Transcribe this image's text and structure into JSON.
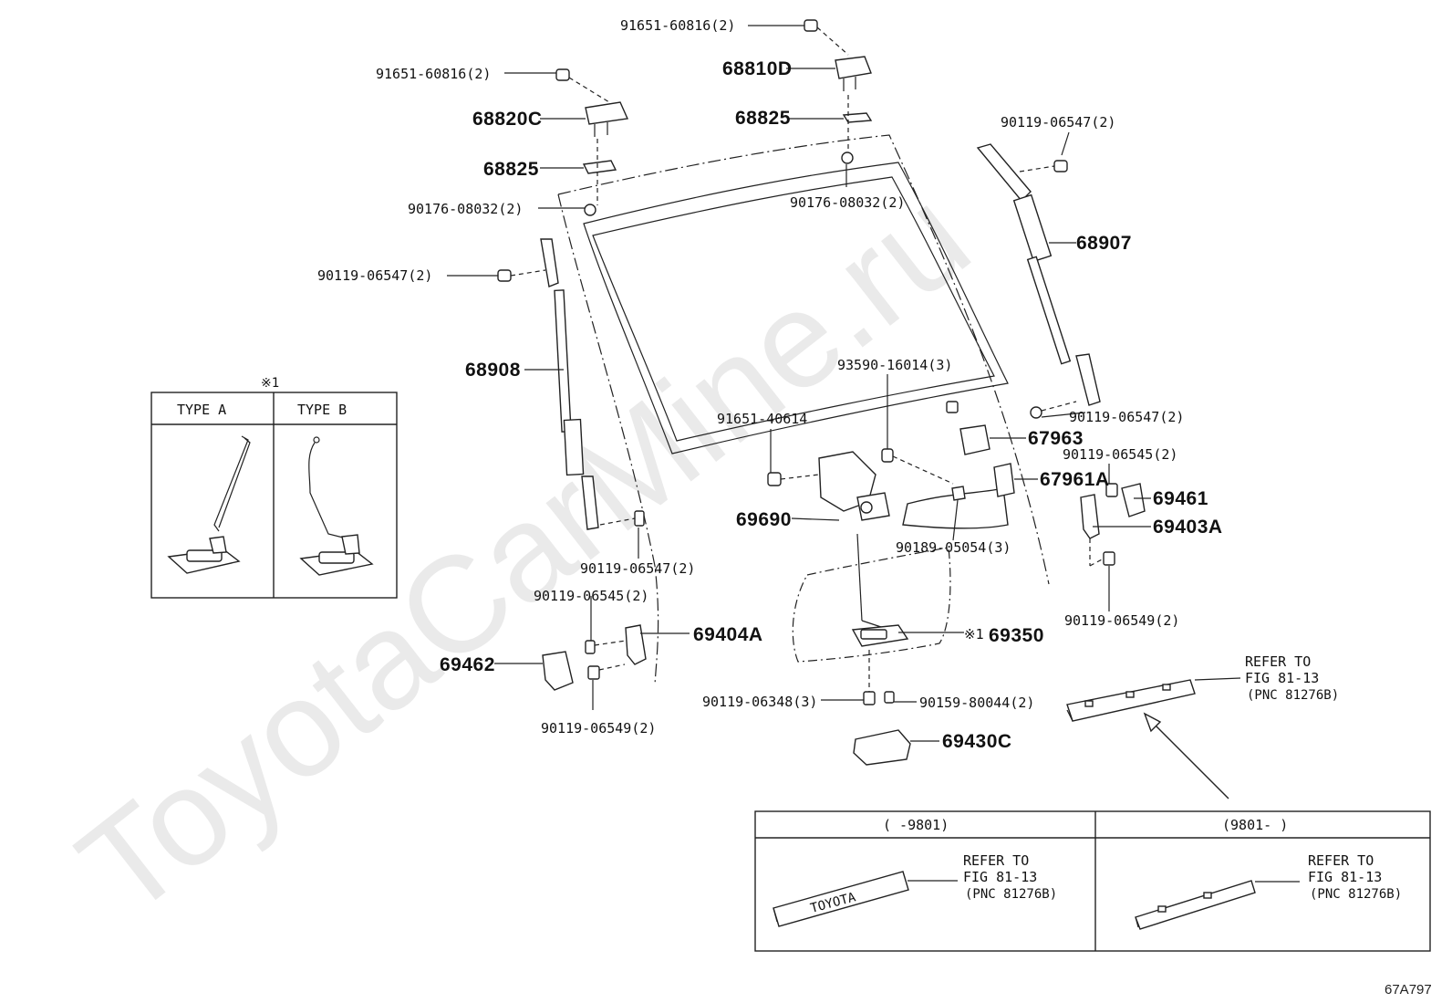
{
  "watermark": "ToyotaCarMine.ru",
  "diagram_code": "67A797",
  "part_numbers": {
    "bolt_91651_60816_right": "91651-60816(2)",
    "bolt_91651_60816_left": "91651-60816(2)",
    "hinge_68810D": "68810D",
    "hinge_68820C": "68820C",
    "gasket_68825_right": "68825",
    "gasket_68825_left": "68825",
    "nut_90176_left": "90176-08032(2)",
    "nut_90176_right": "90176-08032(2)",
    "bolt_90119_06547_upper_right": "90119-06547(2)",
    "bolt_90119_06547_upper_left": "90119-06547(2)",
    "damper_68907": "68907",
    "damper_68908": "68908",
    "screw_93590": "93590-16014(3)",
    "bolt_90119_06547_lower_right": "90119-06547(2)",
    "bolt_91651_40614": "91651-40614",
    "part_67963": "67963",
    "bolt_90119_06545_right": "90119-06545(2)",
    "part_67961A": "67961A",
    "part_69461": "69461",
    "lock_69690": "69690",
    "part_69403A": "69403A",
    "bolt_90119_06547_lower_left": "90119-06547(2)",
    "nut_90189": "90189-05054(3)",
    "bolt_90119_06545_left": "90119-06545(2)",
    "bolt_90119_06549_right": "90119-06549(2)",
    "part_69404A": "69404A",
    "handle_69350": "69350",
    "handle_69350_note": "※1",
    "part_69462": "69462",
    "screw_90119_06348": "90119-06348(3)",
    "screw_90159": "90159-80044(2)",
    "bolt_90119_06549_left": "90119-06549(2)",
    "cover_69430C": "69430C"
  },
  "type_box": {
    "note": "※1",
    "type_a": "TYPE  A",
    "type_b": "TYPE  B"
  },
  "refer_main": {
    "line1": "REFER TO",
    "line2": "FIG 81-13",
    "line3": "(PNC 81276B)"
  },
  "variant_table": {
    "col1_header": "(    -9801)",
    "col2_header": "(9801-    )",
    "emblem_text": "TOYOTA",
    "col1_refer": [
      "REFER TO",
      "FIG 81-13",
      "(PNC 81276B)"
    ],
    "col2_refer": [
      "REFER TO",
      "FIG 81-13",
      "(PNC 81276B)"
    ]
  }
}
